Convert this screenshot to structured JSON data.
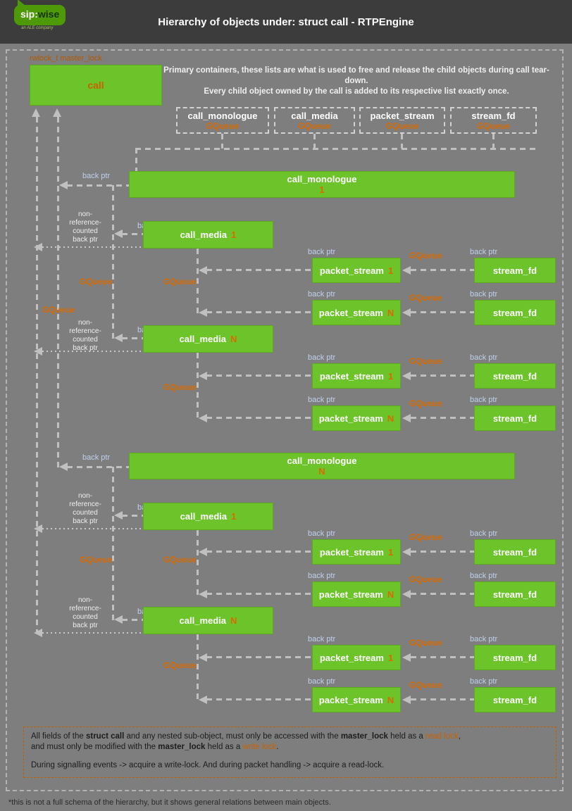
{
  "colors": {
    "box_green": "#6cc42a",
    "accent_orange": "#d96b00",
    "line_gray": "#c0c0c0",
    "header_bg": "#3c3c3c"
  },
  "header": {
    "title": "Hierarchy of objects under: struct call - RTPEngine",
    "logo_sip": "sip:",
    "logo_wise": "wise",
    "logo_tagline": "an ALE company"
  },
  "top": {
    "master_lock": "rwlock_t master_lock",
    "call": "call",
    "intro1": "Primary containers, these lists are what is used to free and release the child objects during call tear-down.",
    "intro2": "Every child object owned by the call is added to its respective list exactly once."
  },
  "containers": [
    {
      "name": "call_monologue",
      "type": "GQueue"
    },
    {
      "name": "call_media",
      "type": "GQueue"
    },
    {
      "name": "packet_stream",
      "type": "GQueue"
    },
    {
      "name": "stream_fd",
      "type": "GQueue"
    }
  ],
  "labels": {
    "back_ptr": "back ptr",
    "gqueue": "GQueue",
    "nonref": [
      "non-",
      "reference-",
      "counted",
      "back ptr"
    ]
  },
  "tree": {
    "monologue": {
      "name": "call_monologue",
      "one": "1",
      "n": "N"
    },
    "media": {
      "name": "call_media",
      "one": "1",
      "n": "N"
    },
    "packet": {
      "name": "packet_stream",
      "one": "1",
      "n": "N"
    },
    "stream": {
      "name": "stream_fd"
    }
  },
  "footer": {
    "p1a": "All fields of the ",
    "p1b": "struct call",
    "p1c": " and any nested sub-object, must only be accessed with the ",
    "p1d": "master_lock",
    "p1e": " held as a ",
    "p1f": "read lock",
    "p1g": ",",
    "p2a": "and must only be modified with the ",
    "p2b": "master_lock",
    "p2c": " held as a ",
    "p2d": "write lock",
    "p2e": ".",
    "p3": "During signalling events -> acquire a write-lock. And during packet handling -> acquire a read-lock."
  },
  "caption": "*this is not a full schema of the hierarchy, but it shows general relations between main objects."
}
